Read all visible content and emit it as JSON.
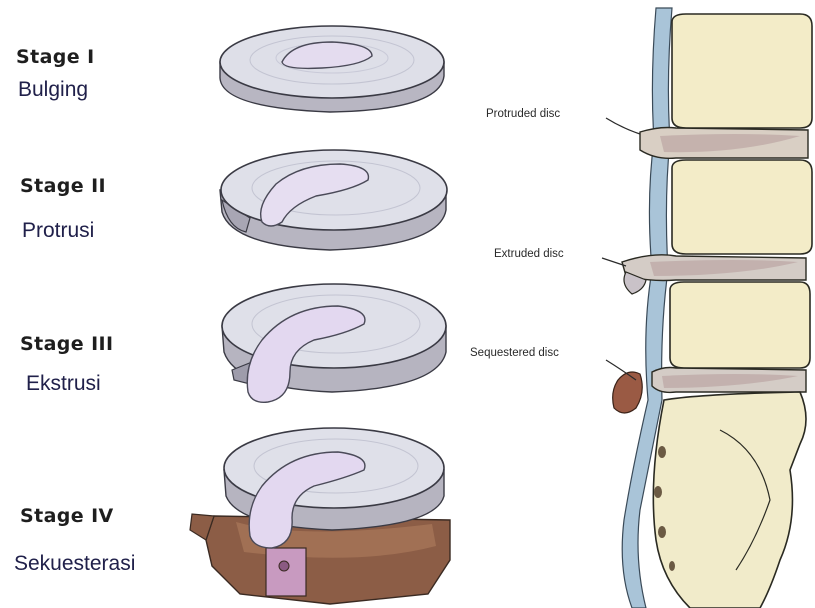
{
  "stages": [
    {
      "title": "Stage I",
      "name": "Bulging"
    },
    {
      "title": "Stage II",
      "name": "Protrusi"
    },
    {
      "title": "Stage III",
      "name": "Ekstrusi"
    },
    {
      "title": "Stage IV",
      "name": "Sekuesterasi"
    }
  ],
  "spine_labels": {
    "protruded": "Protruded disc",
    "extruded": "Extruded disc",
    "sequestered": "Sequestered disc"
  },
  "colors": {
    "disc_top": "#dcdde6",
    "disc_side": "#b9b7c3",
    "nucleus": "#ddd3ec",
    "vertebra_brown": "#8a5a44",
    "vertebra_body": "#f3ecc8",
    "ligament_blue": "#a9c4d8"
  }
}
